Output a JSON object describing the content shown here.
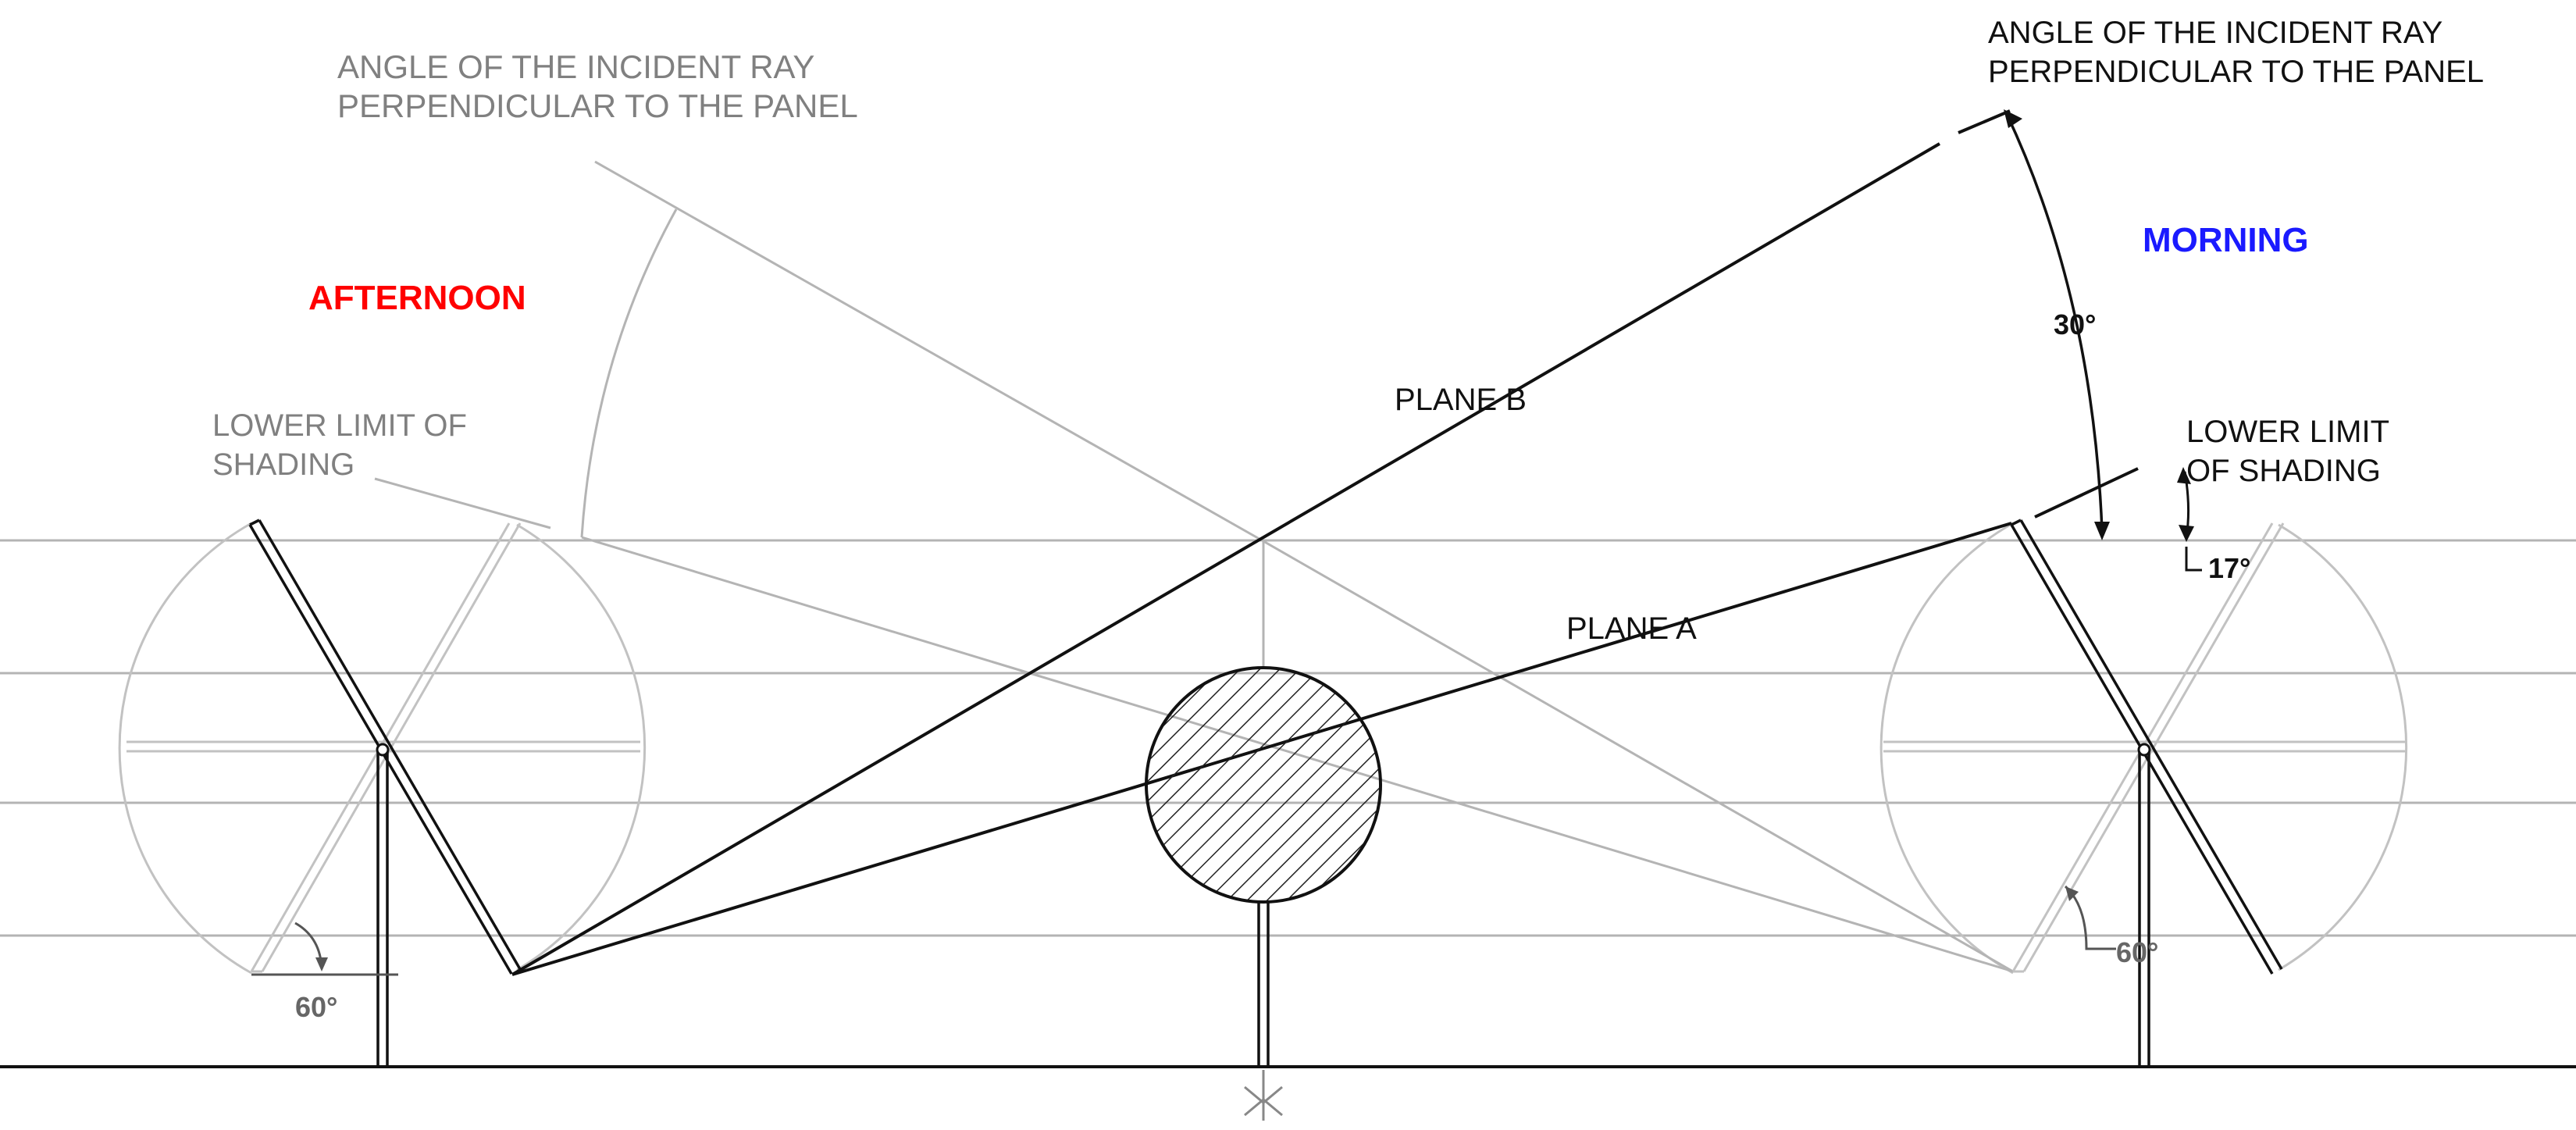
{
  "labels": {
    "left_incident": [
      "ANGLE OF THE INCIDENT RAY",
      "PERPENDICULAR TO THE PANEL"
    ],
    "right_incident": [
      "ANGLE OF THE INCIDENT RAY",
      "PERPENDICULAR TO THE PANEL"
    ],
    "afternoon": "AFTERNOON",
    "morning": "MORNING",
    "left_lower_limit": [
      "LOWER LIMIT OF",
      "SHADING"
    ],
    "right_lower_limit": [
      "LOWER LIMIT",
      "OF SHADING"
    ],
    "plane_b": "PLANE B",
    "plane_a": "PLANE A",
    "angle_30": "30°",
    "angle_17": "17°",
    "angle_60_left": "60°",
    "angle_60_right": "60°"
  },
  "colors": {
    "afternoon": "#ff0000",
    "morning": "#1a1aff",
    "gray_text": "#808080",
    "black_text": "#111111",
    "construction_line": "#b4b4b4"
  }
}
